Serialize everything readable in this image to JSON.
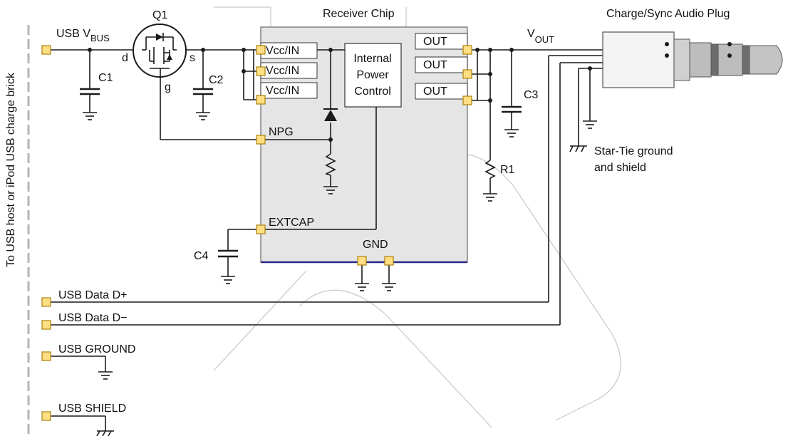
{
  "side_label": "To USB host or iPod USB charge brick",
  "chip": {
    "title": "Receiver Chip",
    "power_control": [
      "Internal",
      "Power",
      "Control"
    ]
  },
  "pins": {
    "vcc1": "Vcc/IN",
    "vcc2": "Vcc/IN",
    "vcc3": "Vcc/IN",
    "npg": "NPG",
    "extcap": "EXTCAP",
    "out1": "OUT",
    "out2": "OUT",
    "out3": "OUT",
    "gnd": "GND"
  },
  "components": {
    "q1": "Q1",
    "d": "d",
    "s": "s",
    "g": "g",
    "c1": "C1",
    "c2": "C2",
    "c3": "C3",
    "c4": "C4",
    "r1": "R1"
  },
  "nets": {
    "vbus_main": "USB V",
    "vbus_sub": "BUS",
    "vout_main": "V",
    "vout_sub": "OUT",
    "data_plus": "USB Data D+",
    "data_minus": "USB Data D−",
    "ground": "USB GROUND",
    "shield": "USB SHIELD"
  },
  "plug_label": "Charge/Sync Audio Plug",
  "star_tie": [
    "Star-Tie ground",
    "and shield"
  ],
  "colors": {
    "pad_fill": "#ffde84",
    "pad_stroke": "#a9830b",
    "chip_fill": "#e5e5e5",
    "chip_underline": "#2a2a8c"
  }
}
